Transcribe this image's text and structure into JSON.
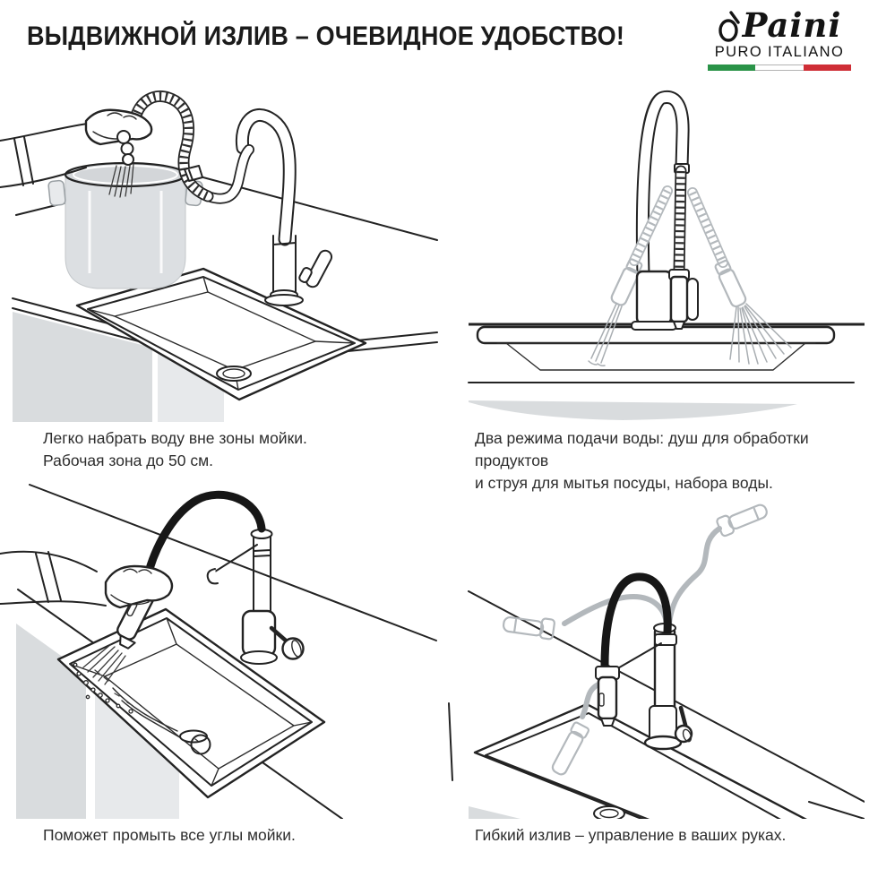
{
  "header": {
    "title": "ВЫДВИЖНОЙ ИЗЛИВ – ОЧЕВИДНОЕ УДОБСТВО!"
  },
  "logo": {
    "brand": "Paini",
    "tagline": "PURO ITALIANO",
    "flag": {
      "green": "#2a9348",
      "white": "#ffffff",
      "red": "#cf2e36"
    }
  },
  "panels": {
    "pot_fill": {
      "lines": [
        "Легко набрать воду вне зоны  мойки.",
        "Рабочая зона до 50 см."
      ]
    },
    "two_modes": {
      "lines": [
        "Два режима подачи воды: душ для обработки продуктов",
        "и струя для мытья посуды, набора воды."
      ]
    },
    "corners": {
      "lines": [
        "Поможет промыть все углы мойки."
      ]
    },
    "flexible": {
      "lines": [
        "Гибкий излив – управление в ваших руках."
      ]
    }
  },
  "colors": {
    "line": "#232323",
    "cabinet_gray": "#d9dcde",
    "ghost_gray": "#b3b8bc",
    "hose_black": "#171717"
  }
}
